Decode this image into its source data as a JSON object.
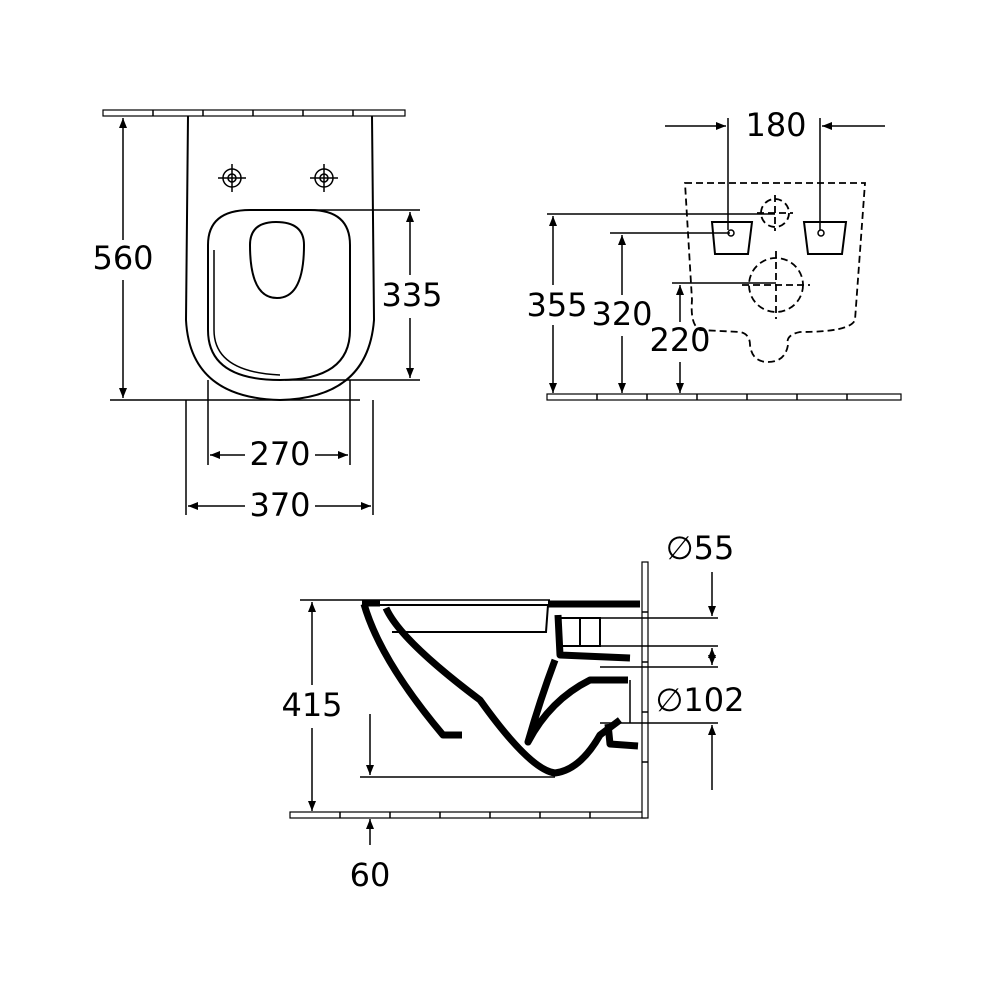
{
  "front_view": {
    "height_label": "560",
    "seat_length_label": "335",
    "seat_width_label": "270",
    "overall_width_label": "370"
  },
  "rear_view": {
    "bolt_spacing_label": "180",
    "height_355_label": "355",
    "height_320_label": "320",
    "height_220_label": "220"
  },
  "side_view": {
    "rim_height_label": "415",
    "trap_label": "60",
    "inlet_diameter_label": "∅55",
    "outlet_diameter_label": "∅102"
  },
  "colors": {
    "line": "#000000",
    "background": "#ffffff"
  }
}
